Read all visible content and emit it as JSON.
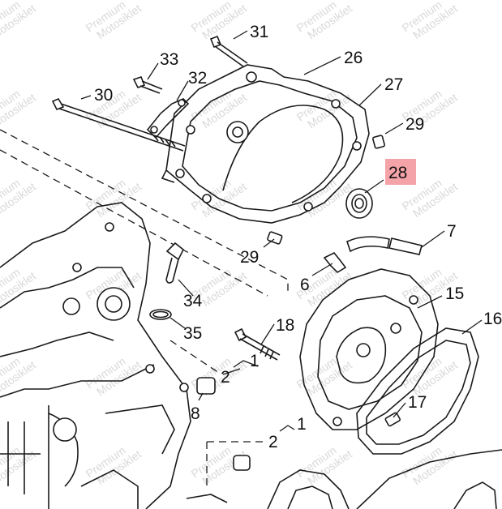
{
  "watermark": {
    "line1": "Premium",
    "line2": "Motosiklet"
  },
  "highlight_color": "#f4a3a8",
  "callouts": {
    "c31": "31",
    "c33": "33",
    "c32": "32",
    "c26": "26",
    "c27": "27",
    "c30": "30",
    "c29a": "29",
    "c28": "28",
    "c7": "7",
    "c29b": "29",
    "c6": "6",
    "c15": "15",
    "c34": "34",
    "c16": "16",
    "c18": "18",
    "c35": "35",
    "c1a": "1",
    "c2a": "2",
    "c17": "17",
    "c8": "8",
    "c1b": "1",
    "c2b": "2"
  }
}
